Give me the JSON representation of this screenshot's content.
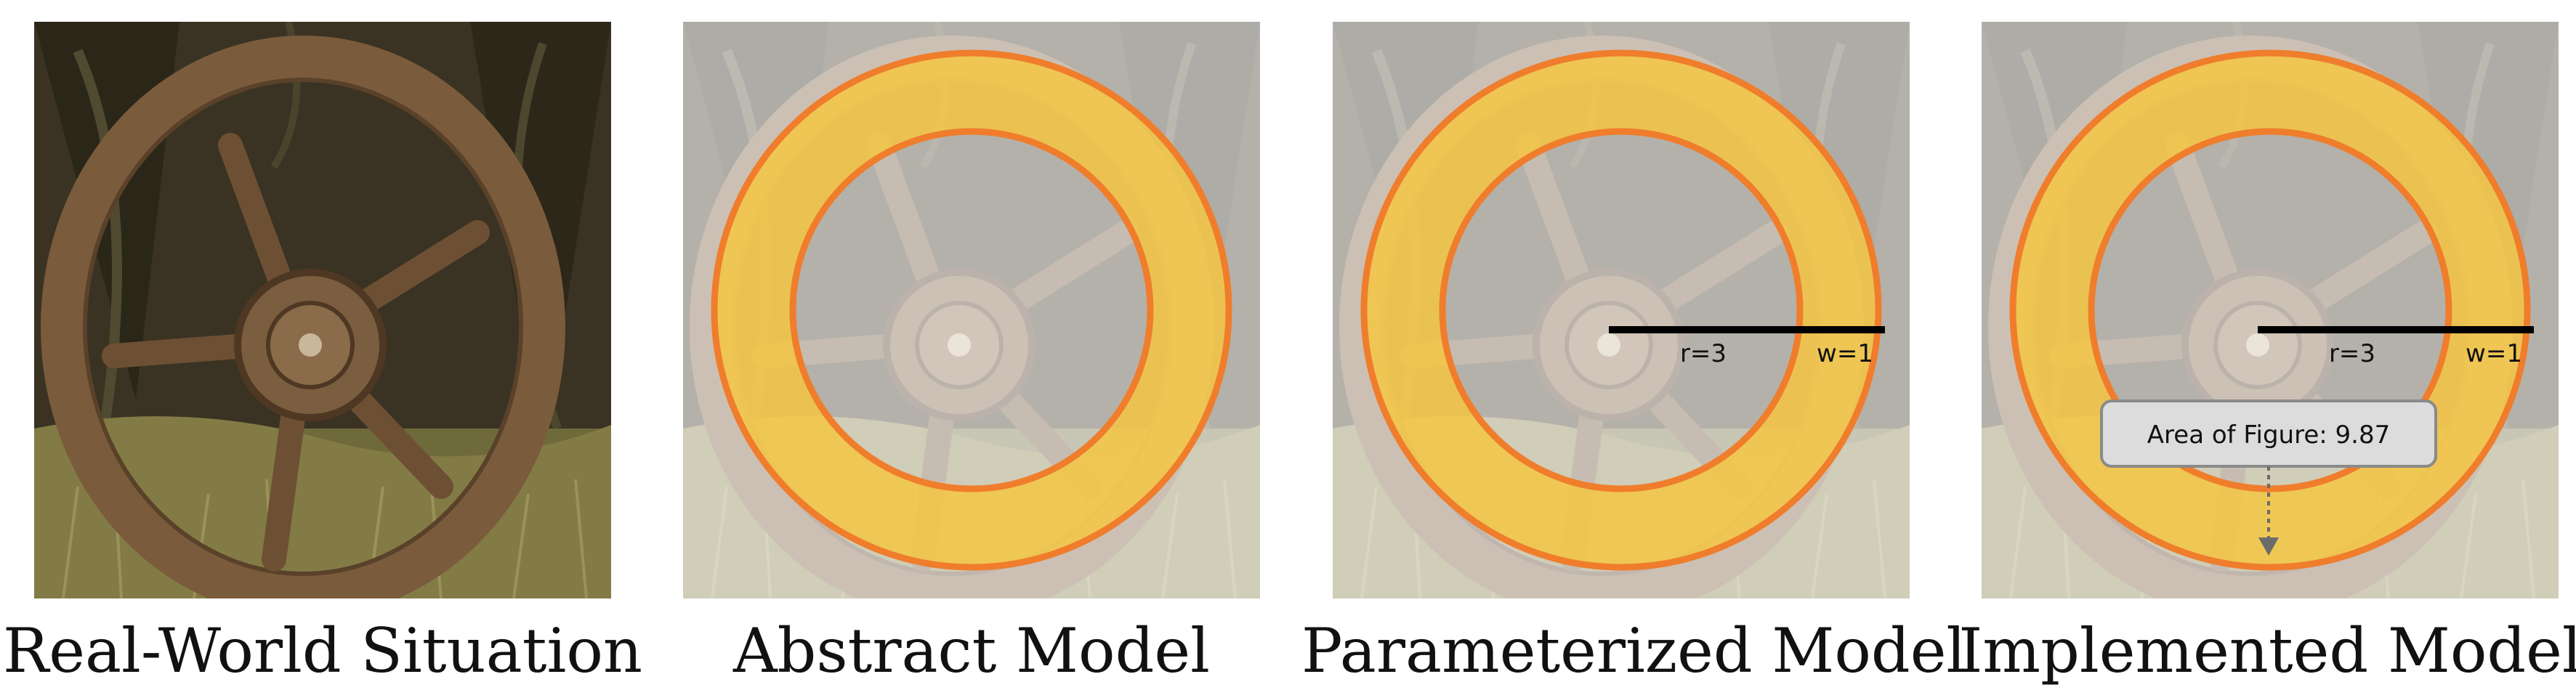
{
  "panels": [
    {
      "caption": "Real-World Situation",
      "photo": "wooden-wagon-wheel-in-grass",
      "faded": false
    },
    {
      "caption": "Abstract Model",
      "photo": "wooden-wagon-wheel-in-grass",
      "faded": true
    },
    {
      "caption": "Parameterized Model",
      "photo": "wooden-wagon-wheel-in-grass",
      "faded": true
    },
    {
      "caption": "Implemented Model",
      "photo": "wooden-wagon-wheel-in-grass",
      "faded": true
    }
  ],
  "model": {
    "radius_label": "r=3",
    "width_label": "w=1",
    "callout": "Area of Figure: 9.87"
  },
  "colors": {
    "ring_fill": "#f4c542",
    "ring_stroke": "#ef7d2c",
    "callout_fill": "#dcdcdc",
    "callout_stroke": "#8a8a8a",
    "wood": "#7a5b3c",
    "grass": "#6f6a3a"
  }
}
